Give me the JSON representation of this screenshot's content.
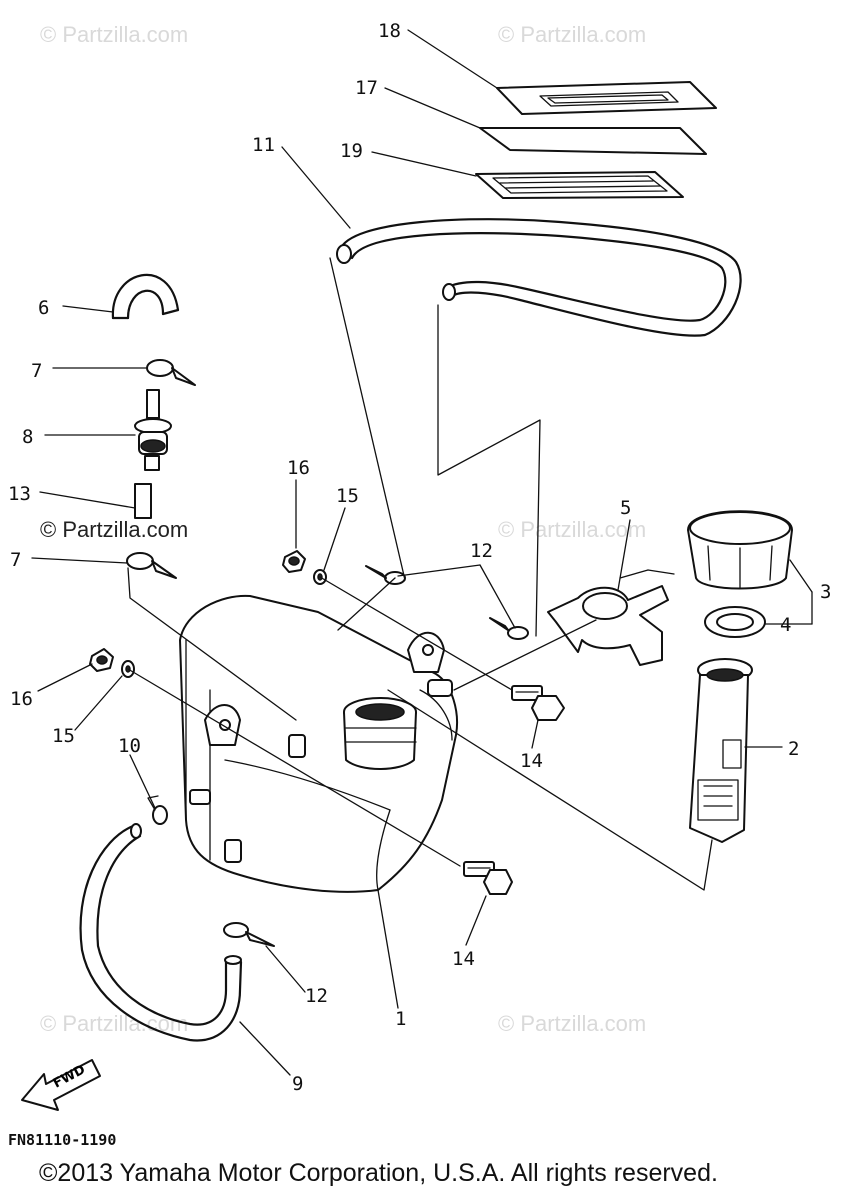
{
  "watermarks": {
    "top_left": "© Partzilla.com",
    "top_right": "© Partzilla.com",
    "mid_left": "© Partzilla.com",
    "mid_right": "© Partzilla.com",
    "bottom_left": "© Partzilla.com",
    "bottom_right": "© Partzilla.com"
  },
  "callouts": {
    "c1": "1",
    "c2": "2",
    "c3": "3",
    "c4": "4",
    "c5": "5",
    "c6": "6",
    "c7a": "7",
    "c7b": "7",
    "c8": "8",
    "c9": "9",
    "c10": "10",
    "c11": "11",
    "c12a": "12",
    "c12b": "12",
    "c13": "13",
    "c14a": "14",
    "c14b": "14",
    "c15a": "15",
    "c15b": "15",
    "c16a": "16",
    "c16b": "16",
    "c17": "17",
    "c18": "18",
    "c19": "19"
  },
  "fwd_arrow_label": "FWD",
  "diagram_code": "FN81110-1190",
  "copyright": "©2013  Yamaha Motor Corporation, U.S.A. All rights reserved."
}
